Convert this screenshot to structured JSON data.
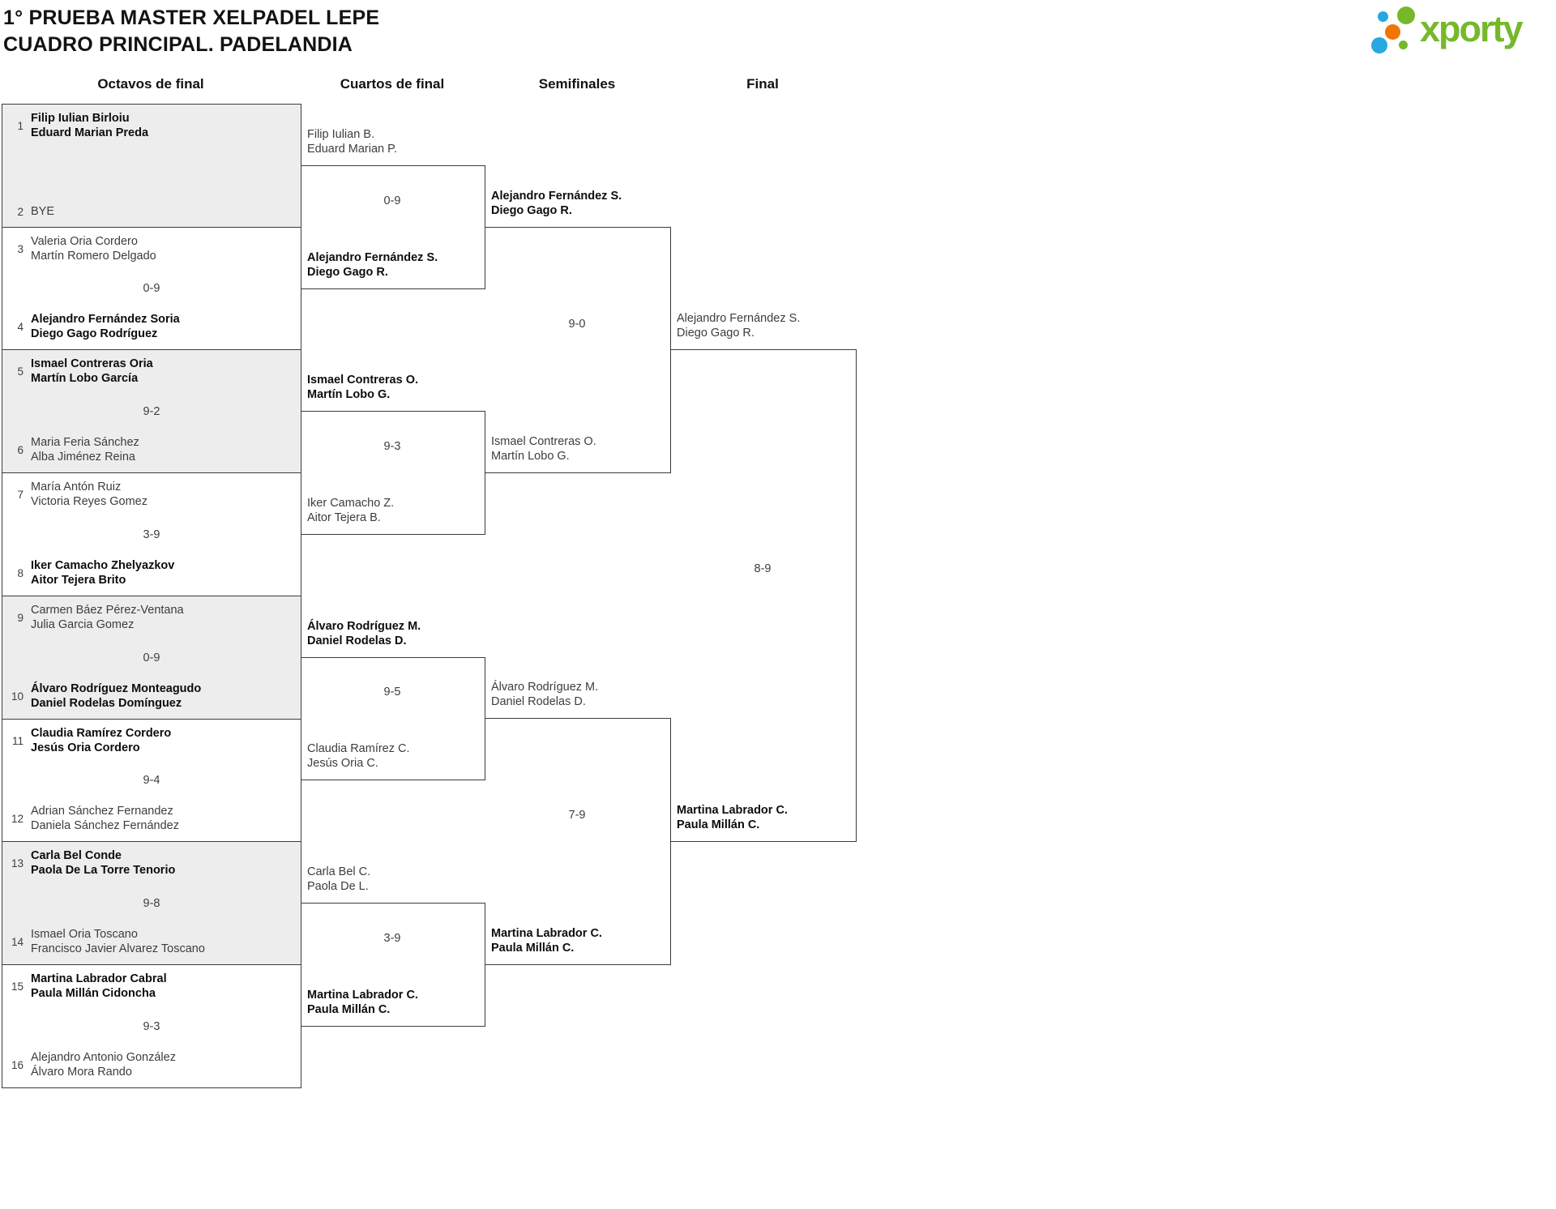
{
  "title": {
    "line1": "1° PRUEBA MASTER XELPADEL LEPE",
    "line2": "CUADRO PRINCIPAL. PADELANDIA"
  },
  "logo": {
    "text": "xporty"
  },
  "columns": [
    "Octavos de final",
    "Cuartos de final",
    "Semifinales",
    "Final"
  ],
  "octavos": [
    {
      "seed1": "1",
      "t1": [
        "Filip Iulian Birloiu",
        "Eduard Marian Preda"
      ],
      "score": "",
      "seed2": "2",
      "t2": [
        "BYE"
      ]
    },
    {
      "seed1": "3",
      "t1": [
        "Valeria Oria Cordero",
        "Martín Romero Delgado"
      ],
      "score": "0-9",
      "seed2": "4",
      "t2": [
        "Alejandro Fernández Soria",
        "Diego Gago Rodríguez"
      ]
    },
    {
      "seed1": "5",
      "t1": [
        "Ismael Contreras Oria",
        "Martín Lobo García"
      ],
      "score": "9-2",
      "seed2": "6",
      "t2": [
        "Maria Feria Sánchez",
        "Alba Jiménez Reina"
      ]
    },
    {
      "seed1": "7",
      "t1": [
        "María Antón Ruiz",
        "Victoria Reyes Gomez"
      ],
      "score": "3-9",
      "seed2": "8",
      "t2": [
        "Iker Camacho Zhelyazkov",
        "Aitor Tejera Brito"
      ]
    },
    {
      "seed1": "9",
      "t1": [
        "Carmen Báez Pérez-Ventana",
        "Julia Garcia Gomez"
      ],
      "score": "0-9",
      "seed2": "10",
      "t2": [
        "Álvaro Rodríguez Monteagudo",
        "Daniel Rodelas Domínguez"
      ]
    },
    {
      "seed1": "11",
      "t1": [
        "Claudia Ramírez Cordero",
        "Jesús Oria Cordero"
      ],
      "score": "9-4",
      "seed2": "12",
      "t2": [
        "Adrian Sánchez Fernandez",
        "Daniela Sánchez Fernández"
      ]
    },
    {
      "seed1": "13",
      "t1": [
        "Carla Bel Conde",
        "Paola De La Torre Tenorio"
      ],
      "score": "9-8",
      "seed2": "14",
      "t2": [
        "Ismael Oria Toscano",
        "Francisco Javier Alvarez Toscano"
      ]
    },
    {
      "seed1": "15",
      "t1": [
        "Martina Labrador Cabral",
        "Paula Millán Cidoncha"
      ],
      "score": "9-3",
      "seed2": "16",
      "t2": [
        "Alejandro Antonio González",
        "Álvaro Mora Rando"
      ]
    }
  ],
  "cuartos": [
    {
      "top": [
        "Filip Iulian B.",
        "Eduard Marian P."
      ],
      "score": "0-9",
      "bottom": [
        "Alejandro Fernández S.",
        "Diego Gago R."
      ]
    },
    {
      "top": [
        "Ismael Contreras O.",
        "Martín Lobo G."
      ],
      "score": "9-3",
      "bottom": [
        "Iker Camacho Z.",
        "Aitor Tejera B."
      ]
    },
    {
      "top": [
        "Álvaro Rodríguez M.",
        "Daniel Rodelas D."
      ],
      "score": "9-5",
      "bottom": [
        "Claudia Ramírez C.",
        "Jesús Oria C."
      ]
    },
    {
      "top": [
        "Carla Bel C.",
        "Paola De L."
      ],
      "score": "3-9",
      "bottom": [
        "Martina Labrador C.",
        "Paula Millán C."
      ]
    }
  ],
  "semifinales": [
    {
      "top": [
        "Alejandro Fernández S.",
        "Diego Gago R."
      ],
      "score": "9-0",
      "bottom": [
        "Ismael Contreras O.",
        "Martín Lobo G."
      ]
    },
    {
      "top": [
        "Álvaro Rodríguez M.",
        "Daniel Rodelas D."
      ],
      "score": "7-9",
      "bottom": [
        "Martina Labrador C.",
        "Paula Millán C."
      ]
    }
  ],
  "final": {
    "top": [
      "Alejandro Fernández S.",
      "Diego Gago R."
    ],
    "score": "8-9",
    "bottom": [
      "Martina Labrador C.",
      "Paula Millán C."
    ]
  },
  "colors": {
    "accent_green": "#76b82a",
    "dot_blue": "#29a8e0",
    "dot_orange": "#ee7601",
    "box_grey": "#ededed",
    "line": "#3c3c3c"
  }
}
